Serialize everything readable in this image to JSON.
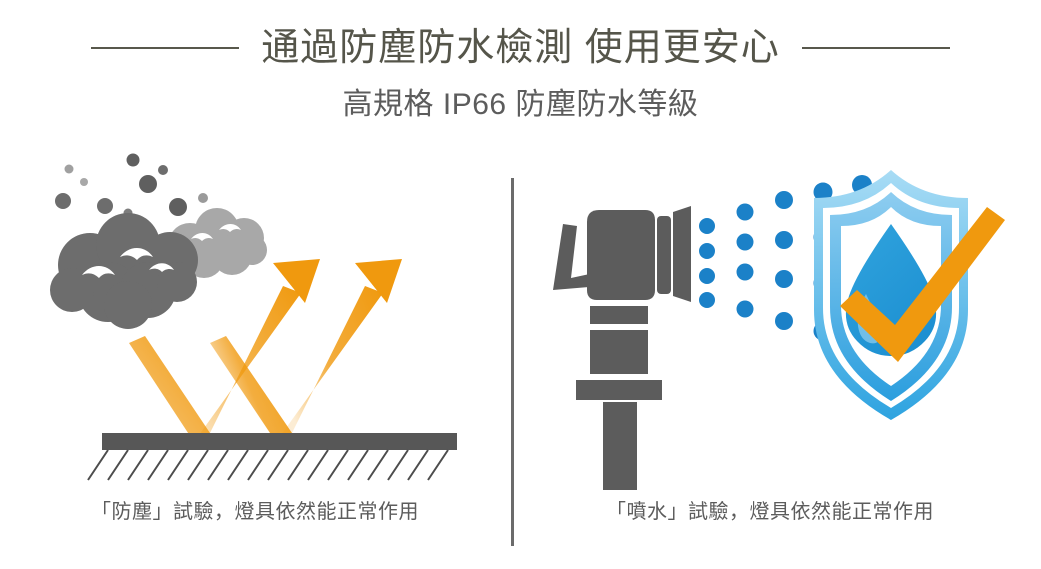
{
  "header": {
    "title": "通過防塵防水檢測 使用更安心",
    "subtitle": "高規格 IP66 防塵防水等級",
    "title_color": "#55554a",
    "subtitle_color": "#5c5c5c",
    "rule_color": "#58584c"
  },
  "panels": [
    {
      "id": "dust-test",
      "caption": "「防塵」試驗，燈具依然能正常作用",
      "illustration": "dust-cloud-deflection-icon",
      "colors": {
        "cloud_dark": "#6d6d6d",
        "cloud_light": "#a8a8a8",
        "arrow_orange": "#f0990e",
        "surface_bar": "#575757",
        "hatch": "#4d4d4d"
      }
    },
    {
      "id": "spray-test",
      "caption": "「噴水」試驗，燈具依然能正常作用",
      "illustration": "spray-nozzle-shield-icon",
      "colors": {
        "nozzle_gray": "#5c5c5c",
        "droplet_blue": "#1b81c8",
        "shield_outer": "#8ecdf0",
        "shield_inner": "#3aa5e0",
        "drop_blue": "#2196d6",
        "check_orange": "#f0990e"
      }
    }
  ],
  "divider": {
    "color": "#6b6b6b"
  }
}
